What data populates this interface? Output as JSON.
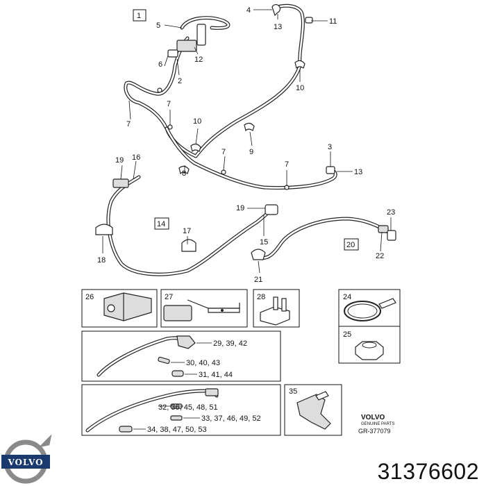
{
  "callouts": {
    "c1": "1",
    "c2": "2",
    "c3": "3",
    "c4": "4",
    "c5": "5",
    "c6": "6",
    "c7a": "7",
    "c7b": "7",
    "c7c": "7",
    "c7d": "7",
    "c8": "8",
    "c9": "9",
    "c10a": "10",
    "c10b": "10",
    "c11": "11",
    "c12": "12",
    "c13a": "13",
    "c13b": "13",
    "c14": "14",
    "c15": "15",
    "c16": "16",
    "c17": "17",
    "c18": "18",
    "c19a": "19",
    "c19b": "19",
    "c20": "20",
    "c21": "21",
    "c22": "22",
    "c23": "23",
    "c24": "24",
    "c25": "25",
    "c26": "26",
    "c27": "27",
    "c28": "28",
    "c35": "35"
  },
  "kit_a": {
    "l1": "29, 39, 42",
    "l2": "30, 40, 43",
    "l3": "31, 41, 44"
  },
  "kit_b": {
    "l1": "32, 36, 45, 48, 51",
    "l2": "33, 37, 46, 49, 52",
    "l3": "34, 38, 47, 50, 53"
  },
  "stamp": {
    "brand": "VOLVO",
    "sub": "GENUINE PARTS",
    "ref": "GR-377079"
  },
  "logo": {
    "text": "VOLVO"
  },
  "part_number": "31376602"
}
